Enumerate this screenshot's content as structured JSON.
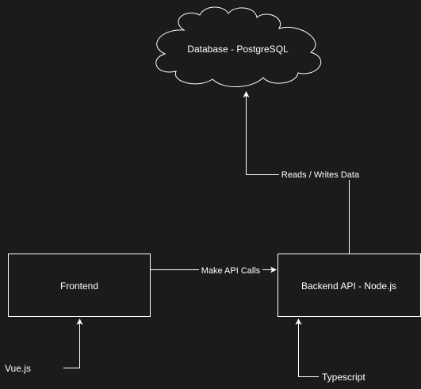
{
  "nodes": {
    "database": "Database - PostgreSQL",
    "frontend": "Frontend",
    "backend": "Backend API - Node.js"
  },
  "edges": {
    "api_calls": "Make API Calls",
    "reads_writes": "Reads / Writes Data"
  },
  "annotations": {
    "vue": "Vue.js",
    "typescript": "Typescript"
  },
  "colors": {
    "background": "#1b1b1b",
    "stroke": "#ffffff",
    "text": "#ffffff"
  }
}
